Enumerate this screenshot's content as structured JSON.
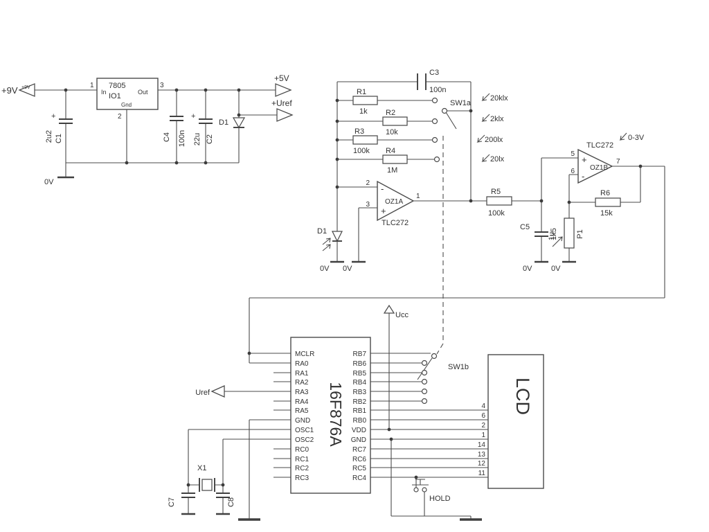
{
  "power": {
    "vin_label": "+9V",
    "vin_small": "+9V",
    "regulator": {
      "part": "7805",
      "ref": "IO1",
      "pin_in": "In",
      "pin_out": "Out",
      "pin_gnd": "Gnd",
      "pin1": "1",
      "pin2": "2",
      "pin3": "3"
    },
    "c1": {
      "ref": "C1",
      "value": "2u2",
      "plus": "+"
    },
    "c2": {
      "ref": "C2",
      "value": "22u",
      "plus": "+"
    },
    "c4": {
      "ref": "C4",
      "value": "100n"
    },
    "d1": {
      "ref": "D1"
    },
    "rail_5v": "+5V",
    "rail_uref": "+Uref",
    "gnd_label": "0V"
  },
  "frontend": {
    "c3": {
      "ref": "C3",
      "value": "100n"
    },
    "r1": {
      "ref": "R1",
      "value": "1k"
    },
    "r2": {
      "ref": "R2",
      "value": "10k"
    },
    "r3": {
      "ref": "R3",
      "value": "100k"
    },
    "r4": {
      "ref": "R4",
      "value": "1M"
    },
    "sw1a": "SW1a",
    "ranges": [
      "20klx",
      "2klx",
      "200lx",
      "20lx"
    ],
    "oz1a": {
      "ref": "OZ1A",
      "part": "TLC272",
      "pin_inv": "2",
      "pin_ninv": "3",
      "pin_out": "1",
      "plus": "+",
      "minus": "-"
    },
    "photodiode": {
      "ref": "D1"
    },
    "gnd_label": "0V"
  },
  "filter": {
    "r5": {
      "ref": "R5",
      "value": "100k"
    },
    "r6": {
      "ref": "R6",
      "value": "15k"
    },
    "c5": {
      "ref": "C5",
      "value": "1u"
    },
    "p1": {
      "ref": "P1",
      "value": "1k5"
    },
    "oz1b": {
      "ref": "OZ1B",
      "part": "TLC272",
      "pin_ninv": "5",
      "pin_inv": "6",
      "pin_out": "7",
      "plus": "+",
      "minus": "-"
    },
    "out_label": "0-3V",
    "gnd_label": "0V"
  },
  "mcu": {
    "part": "16F876A",
    "left_pins": [
      "MCLR",
      "RA0",
      "RA1",
      "RA2",
      "RA3",
      "RA4",
      "RA5",
      "GND",
      "OSC1",
      "OSC2",
      "RC0",
      "RC1",
      "RC2",
      "RC3"
    ],
    "right_pins": [
      "RB7",
      "RB6",
      "RB5",
      "RB4",
      "RB3",
      "RB2",
      "RB1",
      "RB0",
      "VDD",
      "GND",
      "RC7",
      "RC6",
      "RC5",
      "RC4"
    ],
    "ucc": "Ucc",
    "uref": "Uref",
    "xtal": "X1",
    "c7": "C7",
    "c8": "C8",
    "sw1b": "SW1b",
    "hold": "HOLD"
  },
  "lcd": {
    "label": "LCD",
    "pins": [
      "4",
      "6",
      "2",
      "1",
      "14",
      "13",
      "12",
      "11"
    ]
  }
}
